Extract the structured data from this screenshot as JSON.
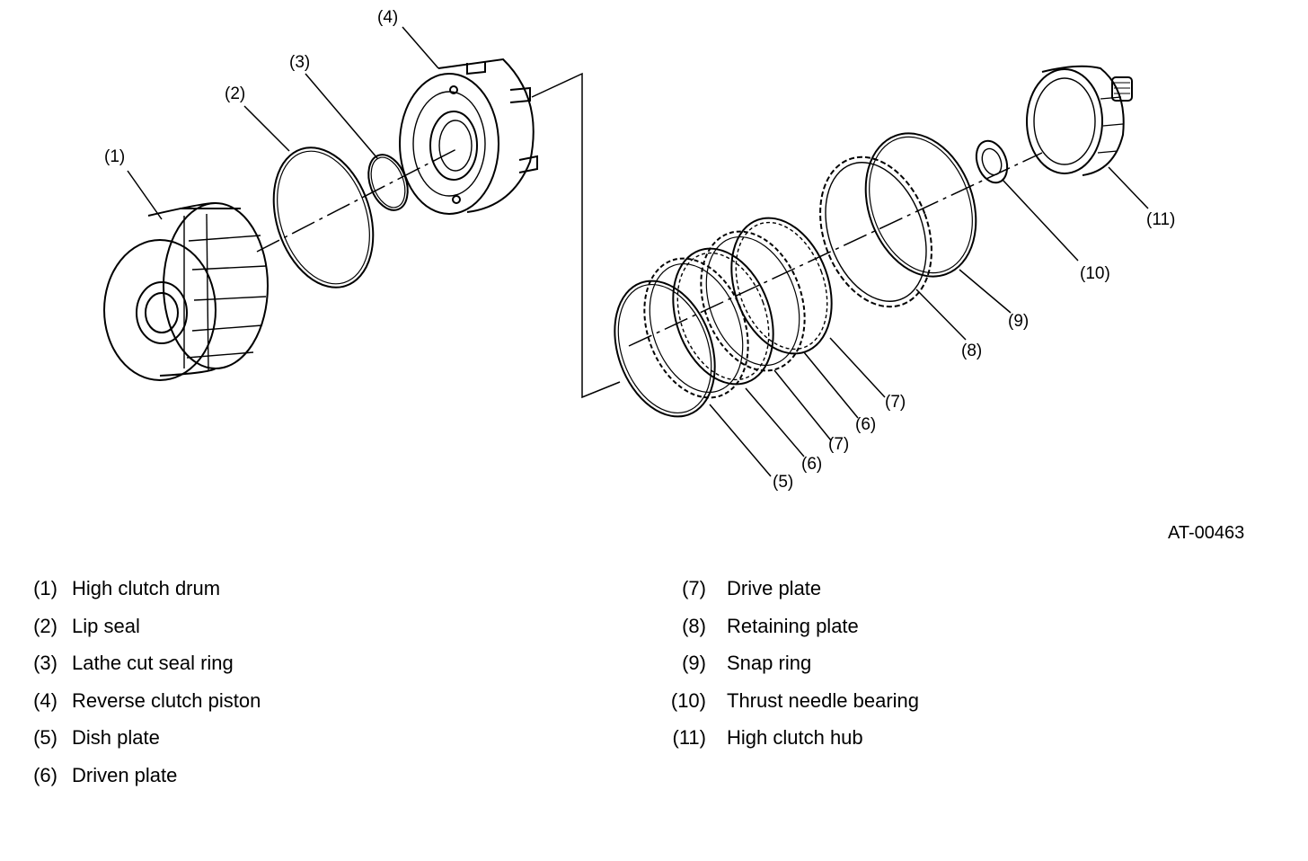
{
  "figure_code": "AT-00463",
  "callouts": {
    "c1": "(1)",
    "c2": "(2)",
    "c3": "(3)",
    "c4": "(4)",
    "c5": "(5)",
    "c6a": "(6)",
    "c6b": "(6)",
    "c7a": "(7)",
    "c7b": "(7)",
    "c8": "(8)",
    "c9": "(9)",
    "c10": "(10)",
    "c11": "(11)"
  },
  "legend": {
    "left": [
      {
        "num": "(1)",
        "name": "High clutch drum"
      },
      {
        "num": "(2)",
        "name": "Lip seal"
      },
      {
        "num": "(3)",
        "name": "Lathe cut seal ring"
      },
      {
        "num": "(4)",
        "name": "Reverse clutch piston"
      },
      {
        "num": "(5)",
        "name": "Dish plate"
      },
      {
        "num": "(6)",
        "name": "Driven plate"
      }
    ],
    "right": [
      {
        "num": "(7)",
        "name": "Drive plate"
      },
      {
        "num": "(8)",
        "name": "Retaining plate"
      },
      {
        "num": "(9)",
        "name": "Snap ring"
      },
      {
        "num": "(10)",
        "name": "Thrust needle bearing"
      },
      {
        "num": "(11)",
        "name": "High clutch hub"
      }
    ]
  }
}
